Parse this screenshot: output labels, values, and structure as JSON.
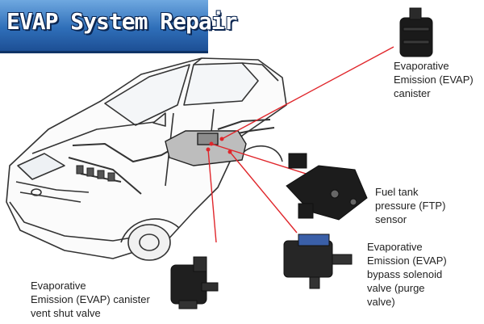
{
  "title": "EVAP System Repair",
  "colors": {
    "leader_line": "#e0262b",
    "banner": "#2f6fb9"
  },
  "labels": {
    "canister": [
      "Evaporative",
      "Emission (EVAP)",
      "canister"
    ],
    "ftp": [
      "Fuel tank",
      "pressure (FTP)",
      "sensor"
    ],
    "purge": [
      "Evaporative",
      "Emission (EVAP)",
      "bypass solenoid",
      "valve (purge",
      "valve)"
    ],
    "vent": [
      "Evaporative",
      "Emission (EVAP) canister",
      "vent shut valve"
    ]
  }
}
